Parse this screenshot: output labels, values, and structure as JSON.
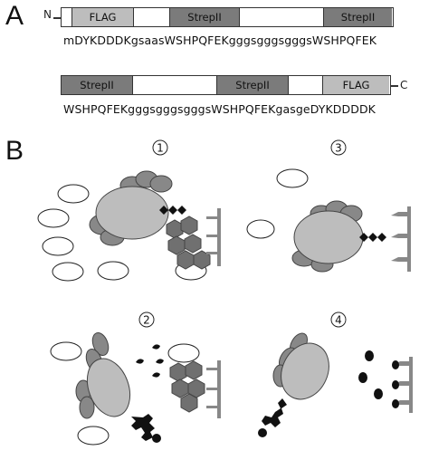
{
  "panel_a": {
    "label": "A",
    "construct1": {
      "n_term": "N",
      "segments": [
        "FLAG",
        "",
        "StrepII",
        "",
        "StrepII"
      ],
      "sequence": "mDYKDDDKgsaasWSHPQFEKgggsgggsgggsWSHPQFEK"
    },
    "construct2": {
      "c_term": "C",
      "segments": [
        "StrepII",
        "",
        "StrepII",
        "",
        "FLAG"
      ],
      "sequence": "WSHPQFEKgggsgggsgggsWSHPQFEKgasgeDYKDDDDK"
    }
  },
  "panel_b": {
    "label": "B",
    "steps": [
      "1",
      "2",
      "3",
      "4"
    ]
  }
}
